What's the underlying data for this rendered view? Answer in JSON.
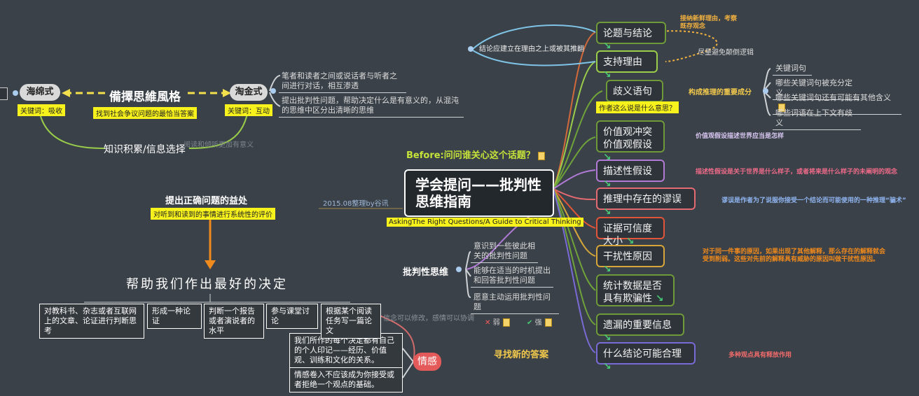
{
  "center": {
    "title": "学会提问——批判性思维指南",
    "subtitle": "AskingThe Right Questions/A Guide to Critical Thinking",
    "author": "2015.08整理by谷讯"
  },
  "before": "Before:问问谁关心这个话题？",
  "find_answer": "寻找新的答案",
  "critical": {
    "label": "批判性思维",
    "items": [
      "意识到一些彼此相关的批判性问题",
      "能够在适当的时机提出和回答批判性问题",
      "愿意主动运用批判性问题"
    ]
  },
  "sensation": {
    "label": "情感",
    "items": [
      "我们所作的每个决定都有自己的个人印记——经历、价值观、训练和文化的关系。",
      "情感卷入不应该成为你接受或者拒绝一个观点的基础。"
    ]
  },
  "strong_weak": {
    "caption": "信念可以修改，感情可以协调",
    "weak": "弱",
    "strong": "强"
  },
  "left": {
    "sponge": "海绵式",
    "gold": "淘金式",
    "sponge_tag": "关键词：吸收",
    "gold_tag": "关键词：互动",
    "style_title": "備擇思維風格",
    "style_note": "找到社会争议问题的最恰当答案",
    "knowledge": "知识积累/信息选择",
    "faint": "阅读和倾听更加有意义",
    "gold_notes": [
      "笔者和读者之间或说话者与听者之间进行对话，相互渗透",
      "提出批判性问题，帮助决定什么是有意义的，从混沌的思维中区分出清晰的思维"
    ],
    "benefit_title": "提出正确问题的益处",
    "benefit_note": "对听到和读到的事情进行系统性的评价",
    "help": "帮助我们作出最好的决定",
    "help_items": [
      "对教科书、杂志或者互联网上的文章、论证进行判断思考",
      "形成一种论证",
      "判断一个报告或者演说者的水平",
      "参与课堂讨论",
      "根据某个阅读任务写一篇论文"
    ]
  },
  "right": {
    "connector_note": "结论应建立在理由之上或被其推翻",
    "nodes": [
      {
        "label": "论题与结论"
      },
      {
        "label": "支持理由"
      },
      {
        "label": "歧义语句"
      },
      {
        "label": "价值观冲突价值观假设"
      },
      {
        "label": "描述性假设"
      },
      {
        "label": "推理中存在的谬误"
      },
      {
        "label": "证据可信度大小"
      },
      {
        "label": "干扰性原因"
      },
      {
        "label": "统计数据是否具有欺骗性"
      },
      {
        "label": "遗漏的重要信息"
      },
      {
        "label": "什么结论可能合理"
      }
    ],
    "accept_note": "接纳新鲜理由，考察既存观念",
    "logic_note": "尽量避免颠倒逻辑",
    "ambig_tag": "作者这么说是什么意思？",
    "reason_note": "构成推理的重要成分",
    "keywords": [
      "关键词句",
      "哪些关键词句被充分定义",
      "哪些关键词句还有可能有其他含义",
      "哪些词语在上下文有歧义"
    ],
    "value_note": "价值观假设描述世界应当是怎样",
    "desc_note": "描述性假设是关于世界是什么样子，或者将来是什么样子的未阐明的观念",
    "fallacy_note": "谬误是作者为了说服你接受一个结论而可能使用的一种推理“骗术”",
    "rival_note": "对于同一件事的原因，如果出现了其他解释，那么存在的解释就会受到削弱。这些对先前的解释具有威胁的原因叫做干扰性原因。",
    "multi_note": "多种观点具有释放作用"
  },
  "colors": {
    "bg": "#3a4148",
    "green": "#6f9a3a",
    "orange": "#f08a1c",
    "yellow": "#f7f21c",
    "red": "#ff5b5b"
  }
}
